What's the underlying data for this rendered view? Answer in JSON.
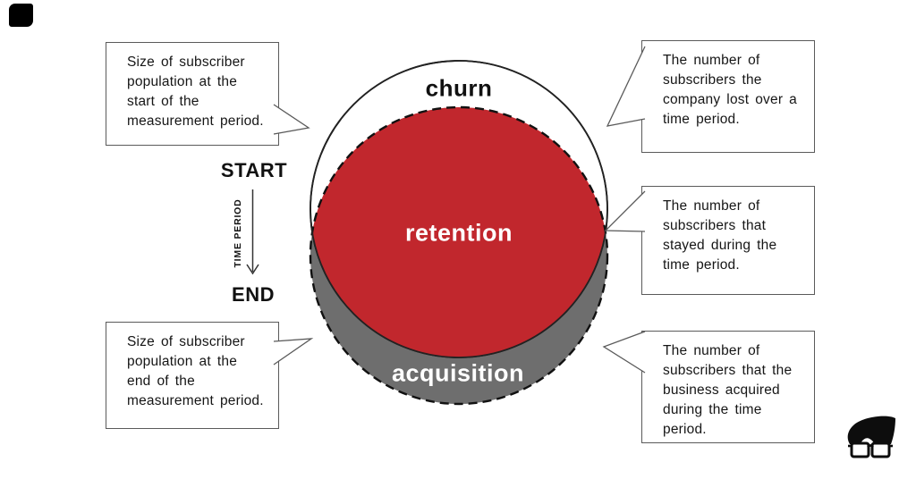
{
  "canvas": {
    "background": "#FFFFFF"
  },
  "branding": {
    "corner_square_color": "#000000",
    "logo_name": "nerd-hair-glasses-logo",
    "logo_color": "#0d0d0d"
  },
  "venn": {
    "labels": {
      "churn": "churn",
      "retention": "retention",
      "acquisition": "acquisition"
    },
    "colors": {
      "start_circle_fill": "#FFFFFF",
      "retention_fill": "#C1272D",
      "end_circle_fill": "#6E6E6E",
      "outline": "#111111"
    }
  },
  "timeline": {
    "start_label": "START",
    "end_label": "END",
    "axis_label": "TIME PERIOD"
  },
  "callouts": {
    "start_population": {
      "text": "Size of subscriber population at the start of the measurement period."
    },
    "end_population": {
      "text": "Size of subscriber population at the end of the measurement period."
    },
    "churn_definition": {
      "text": "The number of subscribers the company lost over a time period."
    },
    "retention_definition": {
      "text": "The number of subscribers that stayed during the time period."
    },
    "acquisition_definition": {
      "text": "The number of subscribers that the business acquired during the time period."
    }
  }
}
